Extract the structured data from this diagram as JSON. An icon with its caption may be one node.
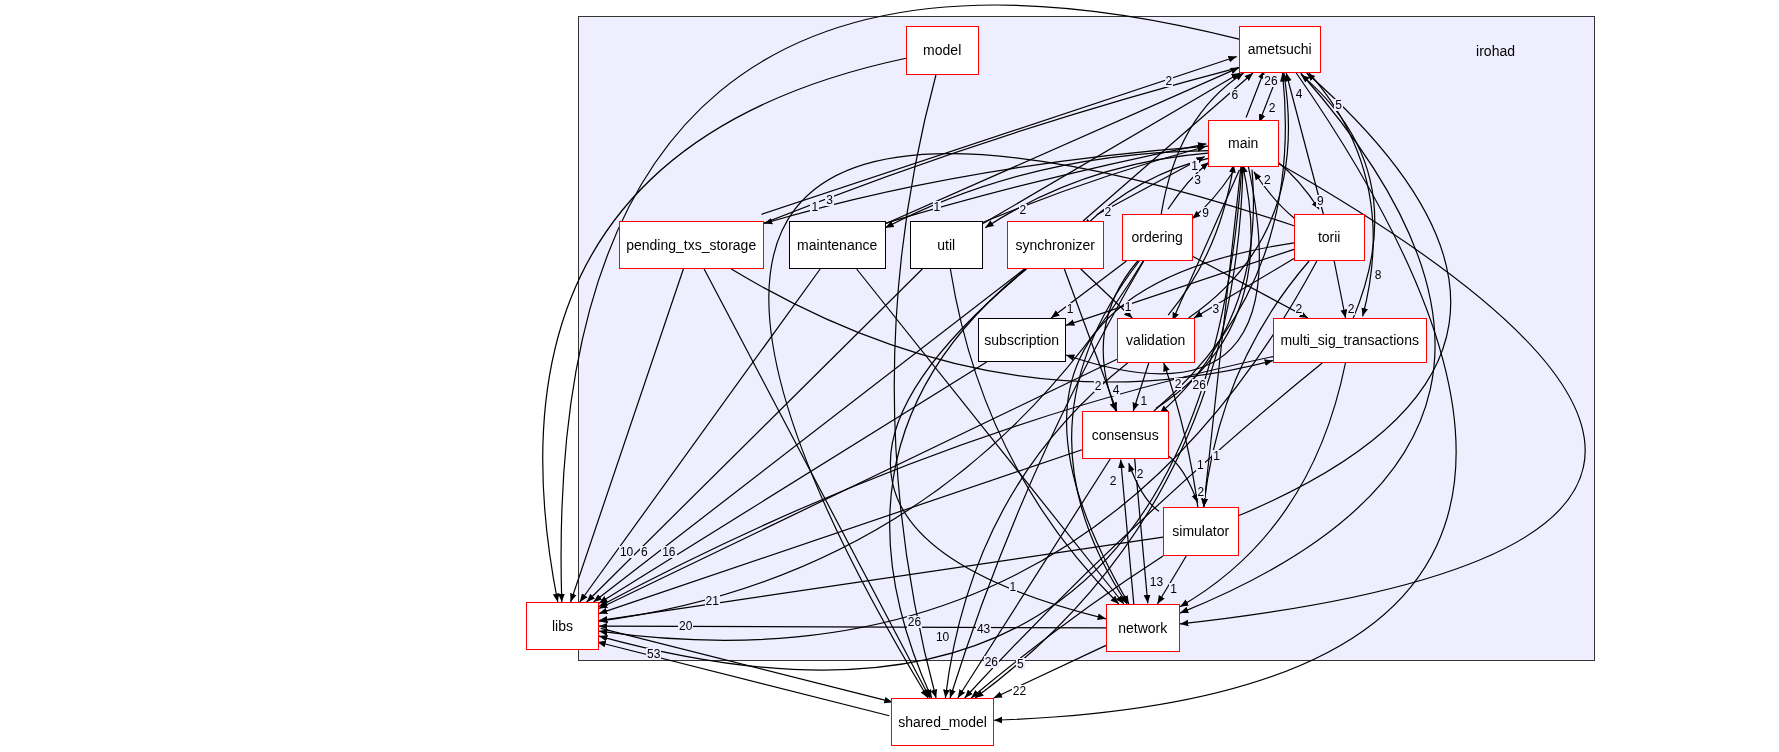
{
  "diagram": {
    "nodes": [
      {
        "text": [
          "irohad"
        ]
      },
      {
        "text": [
          "ametsuchi"
        ],
        "in": 0
      },
      {
        "text": [
          "model"
        ],
        "in": 0
      },
      {
        "text": [
          "main"
        ],
        "in": 0
      },
      {
        "text": [
          "pending_txs_storage"
        ],
        "in": 0
      },
      {
        "text": [
          "maintenance"
        ],
        "in": 0
      },
      {
        "text": [
          "util"
        ],
        "in": 0
      },
      {
        "text": [
          "synchronizer"
        ],
        "in": 0
      },
      {
        "text": [
          "ordering"
        ],
        "in": 0
      },
      {
        "text": [
          "torii"
        ],
        "in": 0
      },
      {
        "text": [
          "subscription"
        ],
        "in": 0
      },
      {
        "text": [
          "validation"
        ],
        "in": 0
      },
      {
        "text": [
          "multi_sig_transactions"
        ],
        "in": 0
      },
      {
        "text": [
          "consensus"
        ],
        "in": 0
      },
      {
        "text": [
          "simulator"
        ],
        "in": 0
      },
      {
        "text": [
          "network"
        ],
        "in": 0
      },
      {
        "text": [
          "libs"
        ]
      },
      {
        "text": [
          "shared_model"
        ]
      }
    ],
    "edges": [
      {
        "from": 1,
        "to": 3,
        "arrow": "to",
        "label": "2"
      },
      {
        "from": 3,
        "to": 1,
        "arrow": "to",
        "label": "26"
      },
      {
        "from": 1,
        "to": 4,
        "arrow": "to",
        "label": "3"
      },
      {
        "from": 1,
        "to": 16,
        "arrow": "to"
      },
      {
        "from": 1,
        "to": 17,
        "arrow": "to"
      },
      {
        "from": 1,
        "to": 12,
        "arrow": "to",
        "label": "8"
      },
      {
        "from": 1,
        "to": 15,
        "arrow": "to"
      },
      {
        "from": 2,
        "to": 16,
        "arrow": "to"
      },
      {
        "from": 2,
        "to": 17,
        "arrow": "to"
      },
      {
        "from": 3,
        "to": 4,
        "arrow": "to",
        "label": "1"
      },
      {
        "from": 3,
        "to": 5,
        "arrow": "to",
        "label": "1"
      },
      {
        "from": 3,
        "to": 6,
        "arrow": "to",
        "label": "2"
      },
      {
        "from": 3,
        "to": 7,
        "arrow": "to",
        "label": "2"
      },
      {
        "from": 3,
        "to": 8,
        "arrow": "to",
        "label": "9"
      },
      {
        "from": 3,
        "to": 9,
        "arrow": "to",
        "label": "9"
      },
      {
        "from": 3,
        "to": 11,
        "arrow": "to"
      },
      {
        "from": 3,
        "to": 10,
        "arrow": "to"
      },
      {
        "from": 3,
        "to": 13,
        "arrow": "to",
        "label": "26"
      },
      {
        "from": 3,
        "to": 14,
        "arrow": "to",
        "label": "1"
      },
      {
        "from": 3,
        "to": 15,
        "arrow": "to"
      },
      {
        "from": 3,
        "to": 16,
        "arrow": "to"
      },
      {
        "from": 3,
        "to": 17,
        "arrow": "to"
      },
      {
        "from": 4,
        "to": 1,
        "arrow": "to",
        "label": "2"
      },
      {
        "from": 4,
        "to": 16,
        "arrow": "to"
      },
      {
        "from": 4,
        "to": 17,
        "arrow": "to"
      },
      {
        "from": 4,
        "to": 12,
        "arrow": "to"
      },
      {
        "from": 5,
        "to": 1,
        "arrow": "to"
      },
      {
        "from": 5,
        "to": 3,
        "arrow": "to"
      },
      {
        "from": 5,
        "to": 16,
        "arrow": "to",
        "label": "10"
      },
      {
        "from": 5,
        "to": 15,
        "arrow": "to"
      },
      {
        "from": 6,
        "to": 1,
        "arrow": "to"
      },
      {
        "from": 6,
        "to": 3,
        "arrow": "to"
      },
      {
        "from": 6,
        "to": 16,
        "arrow": "to",
        "label": "6"
      },
      {
        "from": 6,
        "to": 15,
        "arrow": "to"
      },
      {
        "from": 7,
        "to": 1,
        "arrow": "to",
        "label": "6"
      },
      {
        "from": 7,
        "to": 3,
        "arrow": "to",
        "label": "1"
      },
      {
        "from": 7,
        "to": 11,
        "arrow": "to",
        "label": "1"
      },
      {
        "from": 7,
        "to": 16,
        "arrow": "to",
        "label": "16"
      },
      {
        "from": 7,
        "to": 17,
        "arrow": "to",
        "label": "26"
      },
      {
        "from": 7,
        "to": 13,
        "arrow": "to",
        "label": "4"
      },
      {
        "from": 7,
        "to": 15,
        "arrow": "to",
        "label": "1"
      },
      {
        "from": 8,
        "to": 1,
        "arrow": "to"
      },
      {
        "from": 8,
        "to": 3,
        "arrow": "to",
        "label": "3"
      },
      {
        "from": 8,
        "to": 10,
        "arrow": "to",
        "label": "1"
      },
      {
        "from": 8,
        "to": 12,
        "arrow": "to",
        "label": "2"
      },
      {
        "from": 8,
        "to": 15,
        "arrow": "to"
      },
      {
        "from": 8,
        "to": 16,
        "arrow": "to",
        "label": "21"
      },
      {
        "from": 8,
        "to": 17,
        "arrow": "to",
        "label": "43"
      },
      {
        "from": 8,
        "to": 13,
        "arrow": "to",
        "label": "2"
      },
      {
        "from": 9,
        "to": 1,
        "arrow": "to",
        "label": "4"
      },
      {
        "from": 9,
        "to": 3,
        "arrow": "to",
        "label": "2"
      },
      {
        "from": 9,
        "to": 12,
        "arrow": "to",
        "label": "2"
      },
      {
        "from": 9,
        "to": 11,
        "arrow": "to",
        "label": "3"
      },
      {
        "from": 9,
        "to": 14,
        "arrow": "to",
        "label": "1"
      },
      {
        "from": 9,
        "to": 10,
        "arrow": "to"
      },
      {
        "from": 9,
        "to": 16,
        "arrow": "to"
      },
      {
        "from": 9,
        "to": 17,
        "arrow": "to"
      },
      {
        "from": 9,
        "to": 15,
        "arrow": "to"
      },
      {
        "from": 11,
        "to": 13,
        "arrow": "to",
        "label": "1"
      },
      {
        "from": 11,
        "to": 1,
        "arrow": "to"
      },
      {
        "from": 11,
        "to": 16,
        "arrow": "to"
      },
      {
        "from": 11,
        "to": 17,
        "arrow": "to",
        "label": "10"
      },
      {
        "from": 11,
        "to": 3,
        "arrow": "to"
      },
      {
        "from": 12,
        "to": 1,
        "arrow": "to",
        "label": "5"
      },
      {
        "from": 12,
        "to": 15,
        "arrow": "to"
      },
      {
        "from": 12,
        "to": 16,
        "arrow": "to"
      },
      {
        "from": 12,
        "to": 17,
        "arrow": "to"
      },
      {
        "from": 10,
        "to": 16,
        "arrow": "to"
      },
      {
        "from": 13,
        "to": 3,
        "arrow": "to"
      },
      {
        "from": 13,
        "to": 1,
        "arrow": "to"
      },
      {
        "from": 13,
        "to": 14,
        "arrow": "to",
        "label": "2"
      },
      {
        "from": 13,
        "to": 15,
        "arrow": "to",
        "label": "13"
      },
      {
        "from": 13,
        "to": 16,
        "arrow": "to"
      },
      {
        "from": 13,
        "to": 17,
        "arrow": "to",
        "label": "26"
      },
      {
        "from": 14,
        "to": 13,
        "arrow": "to",
        "label": "2"
      },
      {
        "from": 14,
        "to": 11,
        "arrow": "to",
        "label": "2"
      },
      {
        "from": 14,
        "to": 15,
        "arrow": "to",
        "label": "1"
      },
      {
        "from": 14,
        "to": 1,
        "arrow": "to"
      },
      {
        "from": 14,
        "to": 16,
        "arrow": "to"
      },
      {
        "from": 14,
        "to": 17,
        "arrow": "to",
        "label": "5"
      },
      {
        "from": 15,
        "to": 13,
        "arrow": "to",
        "label": "2"
      },
      {
        "from": 15,
        "to": 16,
        "arrow": "to",
        "label": "20"
      },
      {
        "from": 15,
        "to": 17,
        "arrow": "to",
        "label": "22"
      },
      {
        "from": 16,
        "to": 17,
        "arrow": "to"
      },
      {
        "from": 17,
        "to": 16,
        "arrow": "to",
        "label": "53"
      }
    ]
  }
}
